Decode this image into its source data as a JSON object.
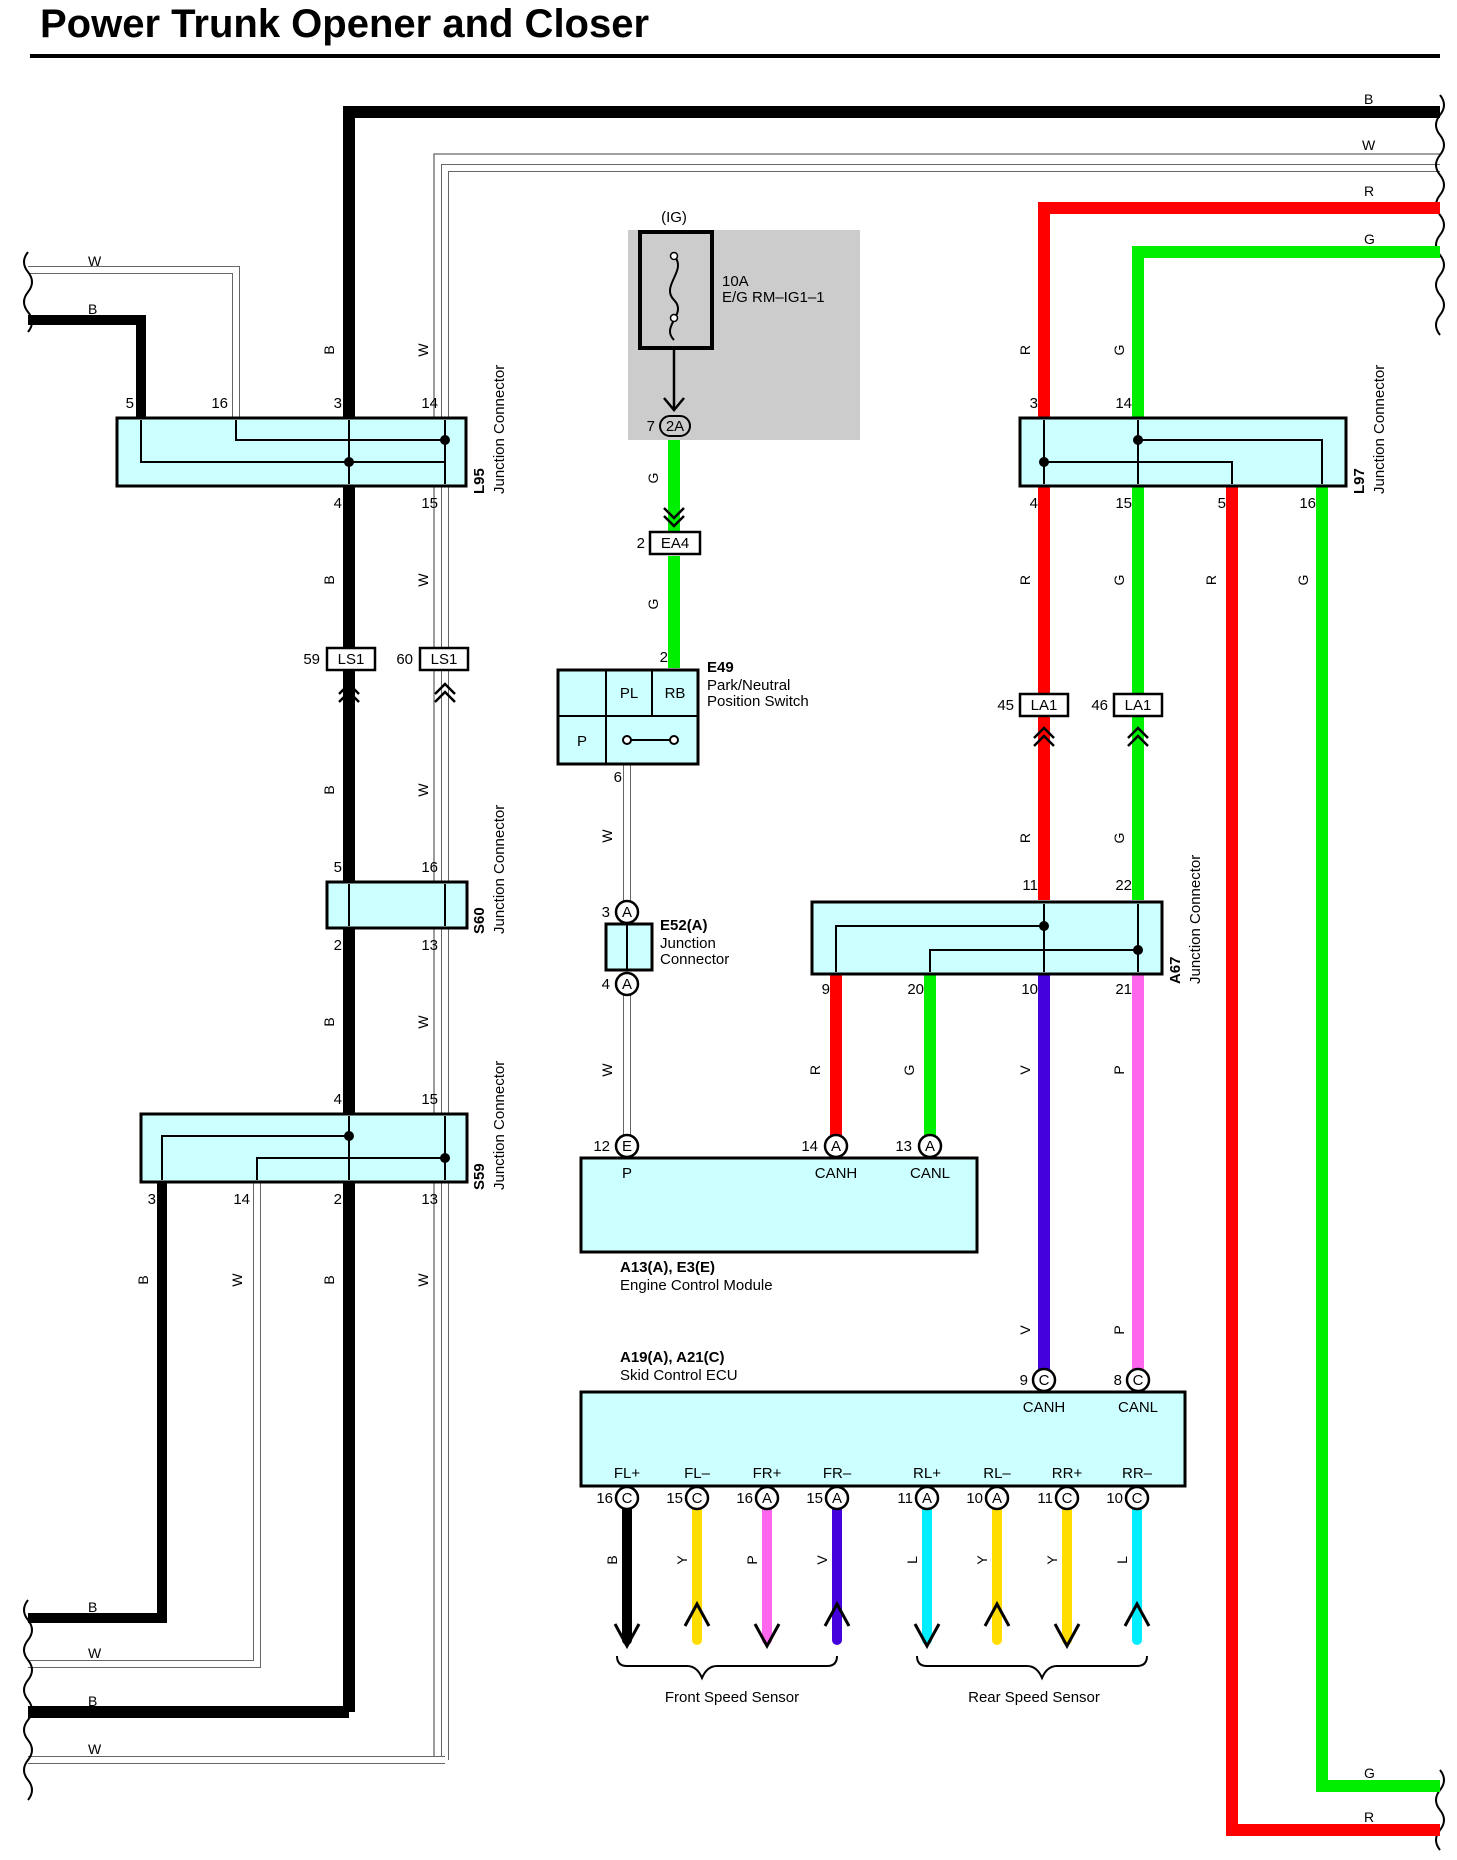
{
  "title": "Power Trunk Opener and Closer",
  "colors": {
    "B": "#000000",
    "W": "#ffffff",
    "R": "#ff0000",
    "G": "#00ee00",
    "V": "#4400dd",
    "P": "#ff66ee",
    "Y": "#ffdd00",
    "L": "#00eeff",
    "box_fill": "#ccffff",
    "fuse_bg": "#cccccc"
  },
  "edge_wires": {
    "left": [
      "W",
      "B",
      "B",
      "W",
      "B",
      "W"
    ],
    "right": [
      "B",
      "W",
      "R",
      "G",
      "G",
      "R"
    ]
  },
  "wire_codes": {
    "b": "B",
    "w": "W",
    "r": "R",
    "g": "G",
    "v": "V",
    "p": "P",
    "y": "Y",
    "l": "L"
  },
  "fuse": {
    "supply": "(IG)",
    "rating": "10A",
    "name": "E/G RM–IG1–1",
    "pin": "7",
    "connector": "2A"
  },
  "connector_labels": {
    "ea4": "EA4",
    "ea4_pin": "2",
    "ls1": "LS1",
    "ls1_pin_a": "59",
    "ls1_pin_b": "60",
    "la1": "LA1",
    "la1_pin_a": "45",
    "la1_pin_b": "46"
  },
  "junction_connector_text": "Junction Connector",
  "l95": {
    "name": "L95",
    "pins": [
      "5",
      "16",
      "3",
      "14",
      "4",
      "15"
    ]
  },
  "s60": {
    "name": "S60",
    "pins": [
      "5",
      "16",
      "2",
      "13"
    ]
  },
  "s59": {
    "name": "S59",
    "pins": [
      "4",
      "15",
      "3",
      "14",
      "2",
      "13"
    ]
  },
  "l97": {
    "name": "L97",
    "pins": [
      "3",
      "14",
      "4",
      "15",
      "5",
      "16"
    ]
  },
  "a67": {
    "name": "A67",
    "pins": [
      "11",
      "22",
      "9",
      "20",
      "10",
      "21"
    ]
  },
  "e49": {
    "name": "E49",
    "desc1": "Park/Neutral",
    "desc2": "Position Switch",
    "cells": [
      "PL",
      "RB",
      "P"
    ],
    "pins": [
      "2",
      "6"
    ]
  },
  "e52": {
    "name": "E52(A)",
    "desc1": "Junction",
    "desc2": "Connector",
    "pins": [
      "3",
      "4"
    ],
    "tag": "A"
  },
  "ecm": {
    "name": "A13(A), E3(E)",
    "desc": "Engine Control Module",
    "pins": [
      {
        "num": "12",
        "tag": "E",
        "label": "P"
      },
      {
        "num": "14",
        "tag": "A",
        "label": "CANH"
      },
      {
        "num": "13",
        "tag": "A",
        "label": "CANL"
      }
    ]
  },
  "skid": {
    "name": "A19(A), A21(C)",
    "desc": "Skid Control ECU",
    "top_pins": [
      {
        "num": "9",
        "tag": "C",
        "label": "CANH"
      },
      {
        "num": "8",
        "tag": "C",
        "label": "CANL"
      }
    ],
    "bottom_pins": [
      {
        "num": "16",
        "tag": "C",
        "label": "FL+",
        "wire": "B"
      },
      {
        "num": "15",
        "tag": "C",
        "label": "FL–",
        "wire": "Y"
      },
      {
        "num": "16",
        "tag": "A",
        "label": "FR+",
        "wire": "P"
      },
      {
        "num": "15",
        "tag": "A",
        "label": "FR–",
        "wire": "V"
      },
      {
        "num": "11",
        "tag": "A",
        "label": "RL+",
        "wire": "L"
      },
      {
        "num": "10",
        "tag": "A",
        "label": "RL–",
        "wire": "Y"
      },
      {
        "num": "11",
        "tag": "C",
        "label": "RR+",
        "wire": "Y"
      },
      {
        "num": "10",
        "tag": "C",
        "label": "RR–",
        "wire": "L"
      }
    ]
  },
  "sensors": {
    "front": "Front Speed Sensor",
    "rear": "Rear Speed Sensor"
  }
}
